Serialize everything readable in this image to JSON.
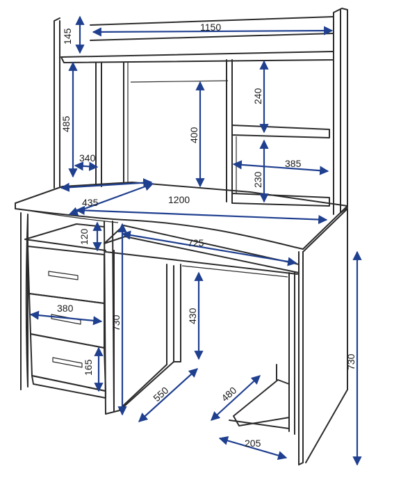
{
  "dimension_color": "#1f3f8f",
  "line_color": "#2b2b2b",
  "labels": {
    "hutch_top_width": "1150",
    "hutch_top_height": "145",
    "hutch_side_height": "485",
    "hutch_side_depth": "340",
    "shelf_upper_height": "240",
    "hutch_back_height": "400",
    "shelf_width": "385",
    "shelf_lower_height": "230",
    "desk_depth": "435",
    "desk_width": "1200",
    "keyboard_gap": "120",
    "keyboard_width": "725",
    "drawer_width": "380",
    "pedestal_height": "730",
    "knee_height": "430",
    "drawer_height": "165",
    "leg_depth": "550",
    "footrest_depth": "480",
    "footrest_width": "205",
    "desk_height": "730"
  }
}
